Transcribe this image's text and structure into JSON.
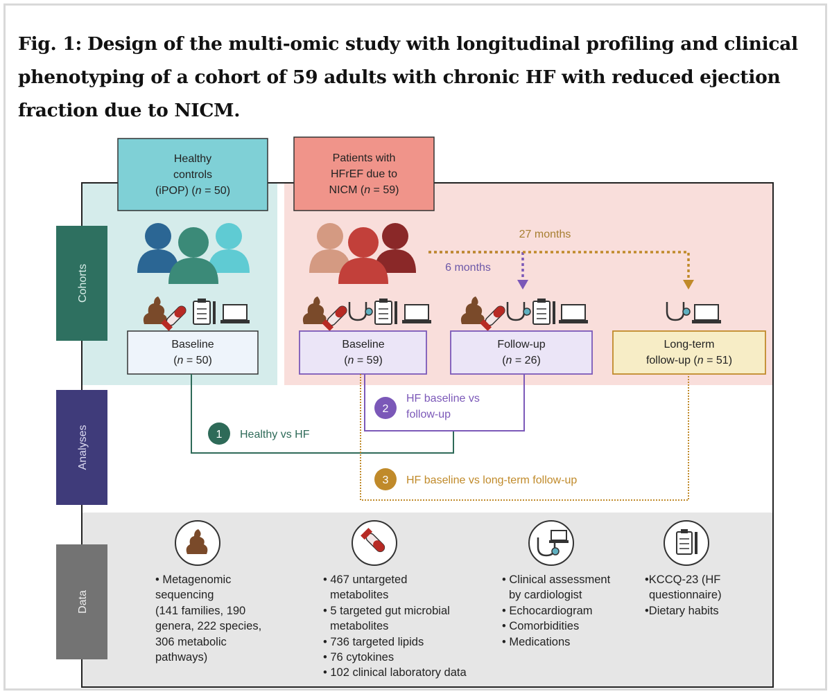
{
  "figure": {
    "label": "Fig. 1:",
    "title": "Design of the multi-omic study with longitudinal profiling and clinical phenotyping of a cohort of 59 adults with chronic HF with reduced ejection fraction due to NICM."
  },
  "sidebar": {
    "cohorts": "Cohorts",
    "analyses": "Analyses",
    "data": "Data"
  },
  "groups": {
    "healthy": {
      "line1": "Healthy",
      "line2": "controls",
      "line3_prefix": "(iPOP) (",
      "n_var": "n",
      "line3_suffix": " = 50)"
    },
    "patients": {
      "line1": "Patients with",
      "line2": "HFrEF due to",
      "line3_prefix": "NICM (",
      "n_var": "n",
      "line3_suffix": " = 59)"
    }
  },
  "timepoints": {
    "healthy_baseline": {
      "label": "Baseline",
      "n_prefix": "(",
      "n_var": "n",
      "n_suffix": " = 50)"
    },
    "hf_baseline": {
      "label": "Baseline",
      "n_prefix": "(",
      "n_var": "n",
      "n_suffix": " = 59)"
    },
    "followup": {
      "label": "Follow-up",
      "n_prefix": "(",
      "n_var": "n",
      "n_suffix": " = 26)"
    },
    "longterm": {
      "label": "Long-term",
      "n_prefix": "follow-up (",
      "n_var": "n",
      "n_suffix": " = 51)"
    }
  },
  "durations": {
    "short": "6 months",
    "long": "27 months"
  },
  "analyses": [
    {
      "num": "1",
      "label": "Healthy vs HF",
      "color": "#2e6a58"
    },
    {
      "num": "2",
      "label_line1": "HF baseline vs",
      "label_line2": "follow-up",
      "color": "#7b58b8"
    },
    {
      "num": "3",
      "label": "HF baseline vs long-term follow-up",
      "color": "#c08a2a"
    }
  ],
  "data_columns": [
    {
      "icon": "stool-icon",
      "items": [
        "• Metagenomic",
        "sequencing",
        "(141 families, 190",
        "genera, 222 species,",
        "306 metabolic",
        "pathways)"
      ]
    },
    {
      "icon": "blood-tube-icon",
      "items": [
        "• 467 untargeted",
        "metabolites",
        "• 5 targeted gut microbial",
        "metabolites",
        "• 736 targeted lipids",
        "• 76 cytokines",
        "• 102 clinical laboratory data"
      ]
    },
    {
      "icon": "stethoscope-laptop-icon",
      "items": [
        "• Clinical assessment",
        "by cardiologist",
        "• Echocardiogram",
        "• Comorbidities",
        "• Medications"
      ]
    },
    {
      "icon": "clipboard-icon",
      "items": [
        "•KCCQ-23 (HF",
        "questionnaire)",
        "•Dietary habits"
      ]
    }
  ],
  "colors": {
    "healthy_bg": "#d5eceb",
    "hf_bg": "#f9dedb",
    "data_bg": "#e6e6e6",
    "healthy_header": "#7fd0d6",
    "hf_header": "#f0948a",
    "cohorts_bar": "#2e7060",
    "analyses_bar": "#3f3b7a",
    "data_bar": "#737373",
    "purple": "#7b58b8",
    "gold": "#c08a2a",
    "teal": "#2e6a58"
  }
}
